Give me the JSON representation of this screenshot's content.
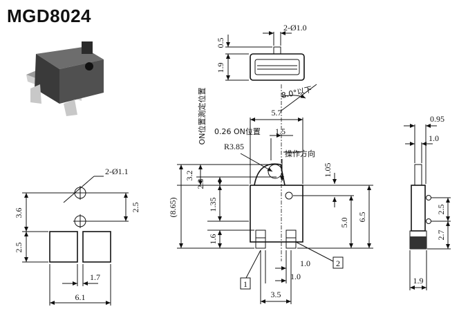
{
  "title": "MGD8024",
  "footprint": {
    "hole_callout": "2-Ø1.1",
    "pitch_holes": "2.5",
    "hole_to_pad": "3.6",
    "pad_height": "2.5",
    "pad_gap": "1.7",
    "overall_width": "6.1"
  },
  "top_view": {
    "pin_callout": "2-Ø1.0",
    "dim_a": "0.5",
    "dim_b": "1.9"
  },
  "front_view": {
    "angle_label": "8.0°以下",
    "on_position_vertical": "ON位置測定位置",
    "width_57": "5.7",
    "on_position_label": "0.26 ON位置",
    "dim_15": "1.5",
    "radius": "R3.85",
    "operation_direction": "操作方向",
    "dim_32": "3.2",
    "dim_23": "2.3",
    "dim_105": "1.05",
    "dim_865": "(8.65)",
    "dim_135": "1.35",
    "dim_50": "5.0",
    "dim_65": "6.5",
    "dim_16": "1.6",
    "dim_10a": "1.0",
    "dim_10b": "1.0",
    "dim_35": "3.5",
    "terminal_1": "1",
    "terminal_2": "2"
  },
  "side_view": {
    "dim_095": "0.95",
    "dim_10": "1.0",
    "dim_25": "2.5",
    "dim_27": "2.7",
    "dim_19": "1.9"
  }
}
